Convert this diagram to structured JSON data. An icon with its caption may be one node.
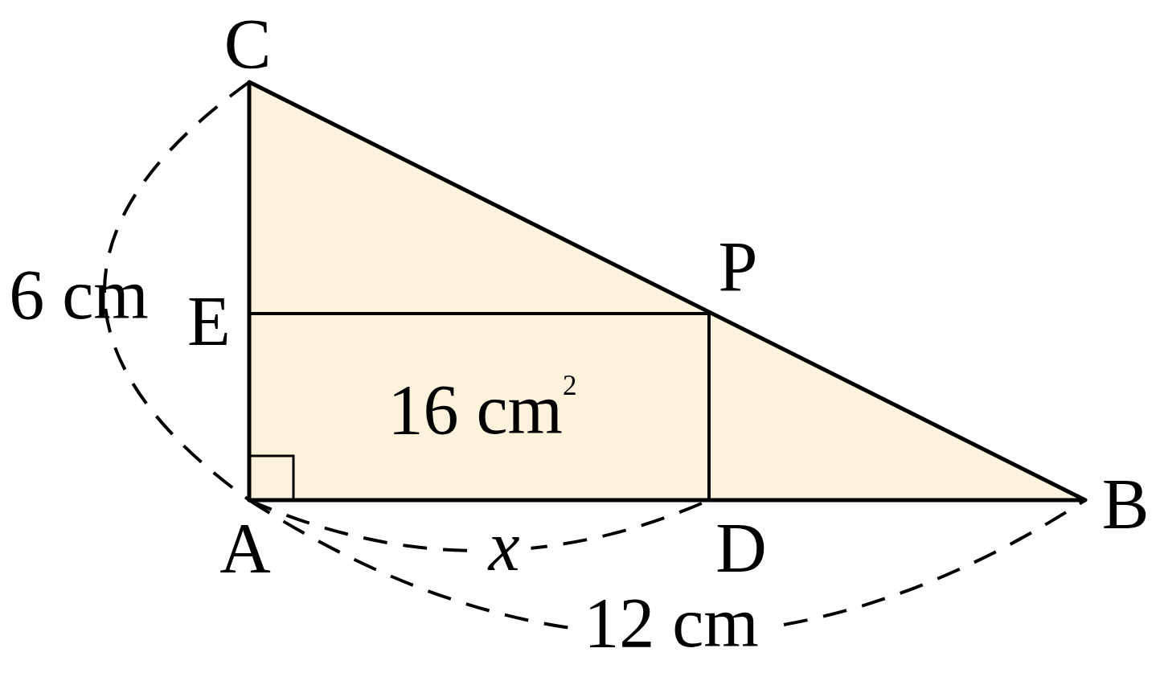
{
  "diagram": {
    "labels": [
      "C",
      "P",
      "6 cm",
      "E",
      "16 cm$^{2}$",
      "B",
      "A",
      "x",
      "D",
      "12 cm"
    ]
  }
}
